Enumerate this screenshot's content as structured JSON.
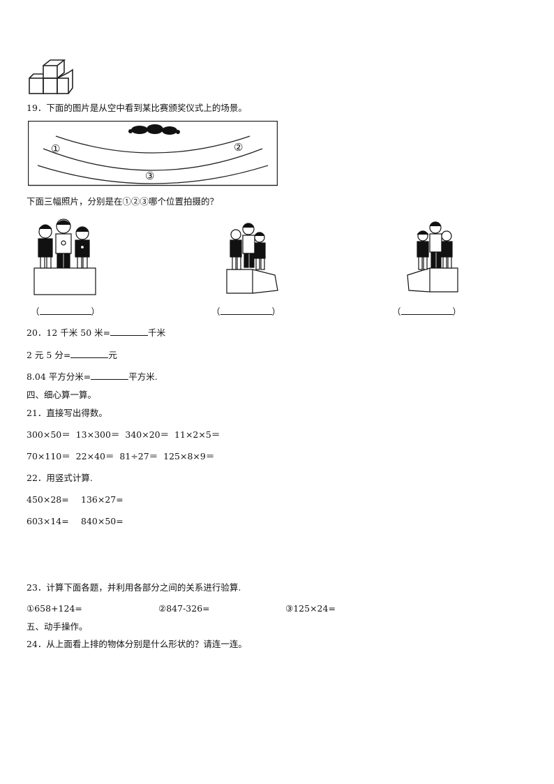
{
  "q19": {
    "title": "19．下面的图片是从空中看到某比赛颁奖仪式上的场景。",
    "positions": [
      "①",
      "②",
      "③"
    ],
    "subtitle": "下面三幅照片，分别是在①②③哪个位置拍摄的？",
    "paren_left": "（",
    "paren_right": "）"
  },
  "q20": {
    "line1_a": "20．12 千米 50 米=",
    "line1_b": "千米",
    "line2_a": "2 元 5 分=",
    "line2_b": "元",
    "line3_a": "8.04 平方分米=",
    "line3_b": "平方米."
  },
  "section4": {
    "title": "四、细心算一算。"
  },
  "q21": {
    "title": "21．直接写出得数。",
    "row1": "300×50＝  13×300＝  340×20＝  11×2×5＝",
    "row2": "70×110＝  22×40＝  81÷27＝  125×8×9＝"
  },
  "q22": {
    "title": "22．用竖式计算.",
    "items": [
      "450×28=",
      "136×27=",
      "603×14=",
      "840×50="
    ]
  },
  "q23": {
    "title": "23．计算下面各题，并利用各部分之间的关系进行验算.",
    "items": [
      "①658+124=",
      "②847-326=",
      "③125×24="
    ]
  },
  "section5": {
    "title": "五、动手操作。"
  },
  "q24": {
    "title": "24．从上面看上排的物体分别是什么形状的？请连一连。"
  }
}
